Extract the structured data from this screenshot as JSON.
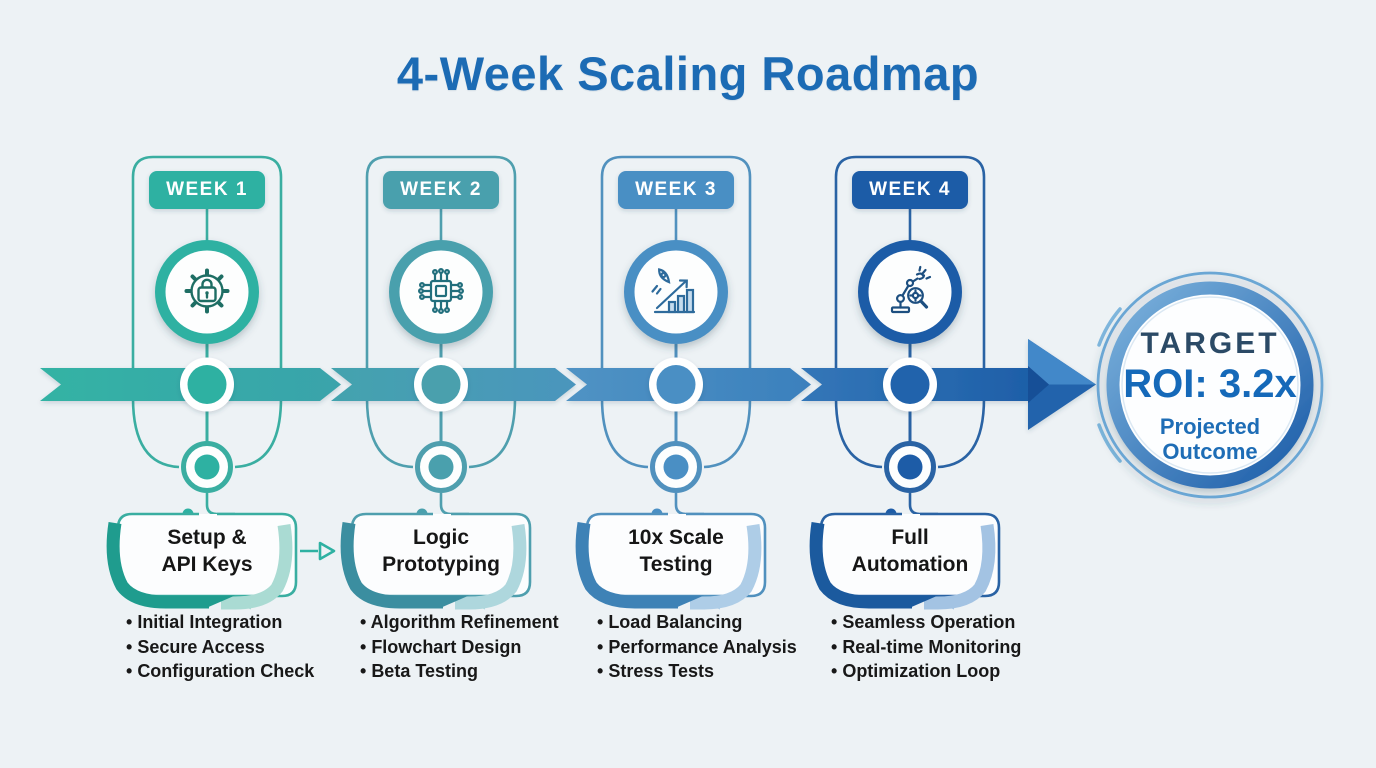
{
  "title": {
    "text": "4-Week Scaling Roadmap",
    "color": "#1c6bb4"
  },
  "weeks": [
    {
      "badge": "WEEK 1",
      "icon": "gear-lock-icon",
      "color": "#2eb1a2",
      "color_dark": "#1f9c8e",
      "color_light": "#aadbd3",
      "milestone_line1": "Setup &",
      "milestone_line2": "API Keys",
      "bullets": [
        "Initial Integration",
        "Secure Access",
        "Configuration Check"
      ]
    },
    {
      "badge": "WEEK 2",
      "icon": "circuit-chip-icon",
      "color": "#4aa0ad",
      "color_dark": "#3b8ea0",
      "color_light": "#aed7dd",
      "milestone_line1": "Logic",
      "milestone_line2": "Prototyping",
      "bullets": [
        "Algorithm Refinement",
        "Flowchart Design",
        "Beta Testing"
      ]
    },
    {
      "badge": "WEEK 3",
      "icon": "rocket-growth-icon",
      "color": "#4a8fc4",
      "color_dark": "#3e82b6",
      "color_light": "#aecde7",
      "milestone_line1": "10x Scale",
      "milestone_line2": "Testing",
      "bullets": [
        "Load Balancing",
        "Performance Analysis",
        "Stress Tests"
      ]
    },
    {
      "badge": "WEEK 4",
      "icon": "robot-arm-icon",
      "color": "#1d5ca7",
      "color_dark": "#1b5a9e",
      "color_light": "#a3c3e3",
      "milestone_line1": "Full",
      "milestone_line2": "Automation",
      "bullets": [
        "Seamless Operation",
        "Real-time Monitoring",
        "Optimization Loop"
      ]
    }
  ],
  "target": {
    "label": "TARGET",
    "roi": "ROI: 3.2x",
    "subtitle_line1": "Projected",
    "subtitle_line2": "Outcome",
    "label_color": "#2b4a66",
    "roi_color": "#1569b9"
  }
}
